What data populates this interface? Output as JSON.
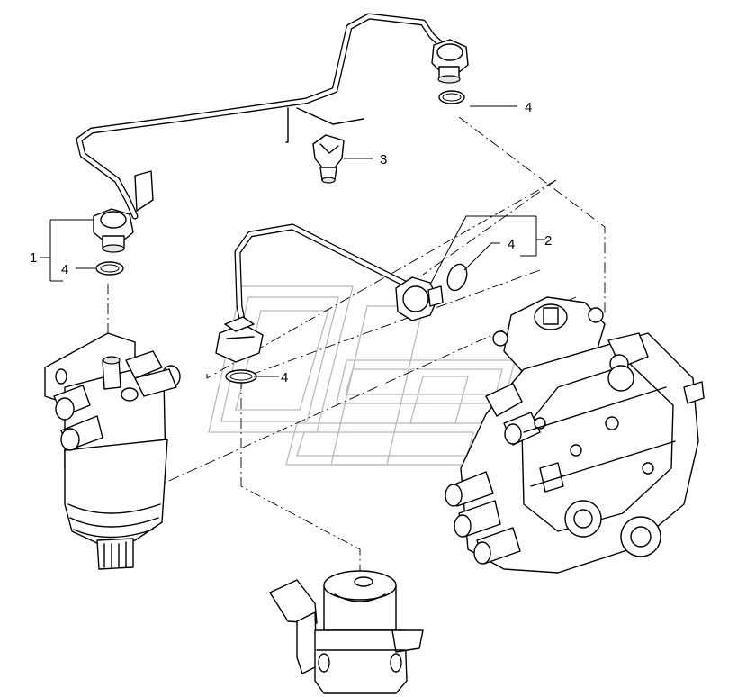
{
  "callouts": {
    "c1": "1",
    "c2": "2",
    "c3": "3",
    "c4_top": "4",
    "c4_left": "4",
    "c4_right": "4",
    "c4_mid": "4"
  },
  "colors": {
    "line": "#000000",
    "background": "#ffffff",
    "watermark": "#b9b9b9"
  },
  "icons": {
    "watermark": "stylized-grey-logo"
  }
}
